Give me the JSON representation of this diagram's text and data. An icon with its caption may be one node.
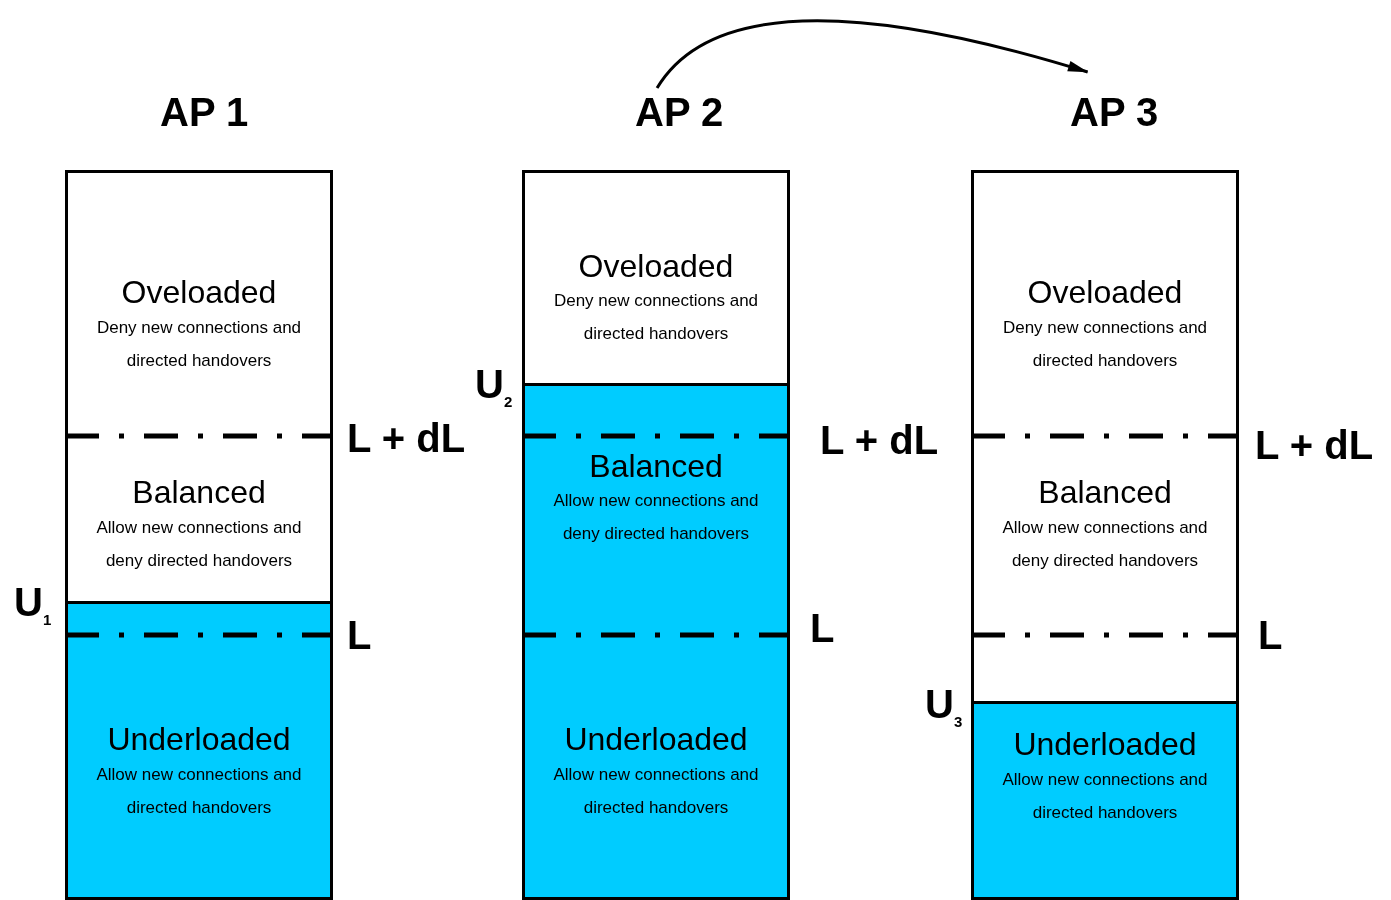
{
  "diagram": {
    "nodes": [
      {
        "text": [
          "AP 1"
        ]
      },
      {
        "text": [
          "AP 2"
        ]
      },
      {
        "text": [
          "AP 3"
        ]
      },
      {
        "text": [],
        "shape": "bar"
      },
      {
        "text": [
          "Oveloaded",
          "Deny new connections and directed handovers"
        ],
        "in": 3
      },
      {
        "text": [
          "Balanced",
          "Allow new connections and deny directed handovers"
        ],
        "in": 3
      },
      {
        "text": [
          "Underloaded",
          "Allow new connections and directed handovers"
        ],
        "in": 3
      },
      {
        "text": [],
        "shape": "bar"
      },
      {
        "text": [
          "Oveloaded",
          "Deny new connections and directed handovers"
        ],
        "in": 7
      },
      {
        "text": [
          "Balanced",
          "Allow new connections and deny directed handovers"
        ],
        "in": 7
      },
      {
        "text": [
          "Underloaded",
          "Allow new connections and directed handovers"
        ],
        "in": 7
      },
      {
        "text": [],
        "shape": "bar"
      },
      {
        "text": [
          "Oveloaded",
          "Deny new connections and directed handovers"
        ],
        "in": 11
      },
      {
        "text": [
          "Balanced",
          "Allow new connections and deny directed handovers"
        ],
        "in": 11
      },
      {
        "text": [
          "Underloaded",
          "Allow new connections and directed handovers"
        ],
        "in": 11
      }
    ],
    "edges": [
      {
        "from": 1,
        "to": 2,
        "arrow": "to"
      }
    ],
    "labels": [
      "L + dL",
      "U$_{1}$",
      "L",
      "U$_{2}$",
      "L + dL",
      "L",
      "L + dL",
      "L",
      "U$_{3}$"
    ]
  }
}
